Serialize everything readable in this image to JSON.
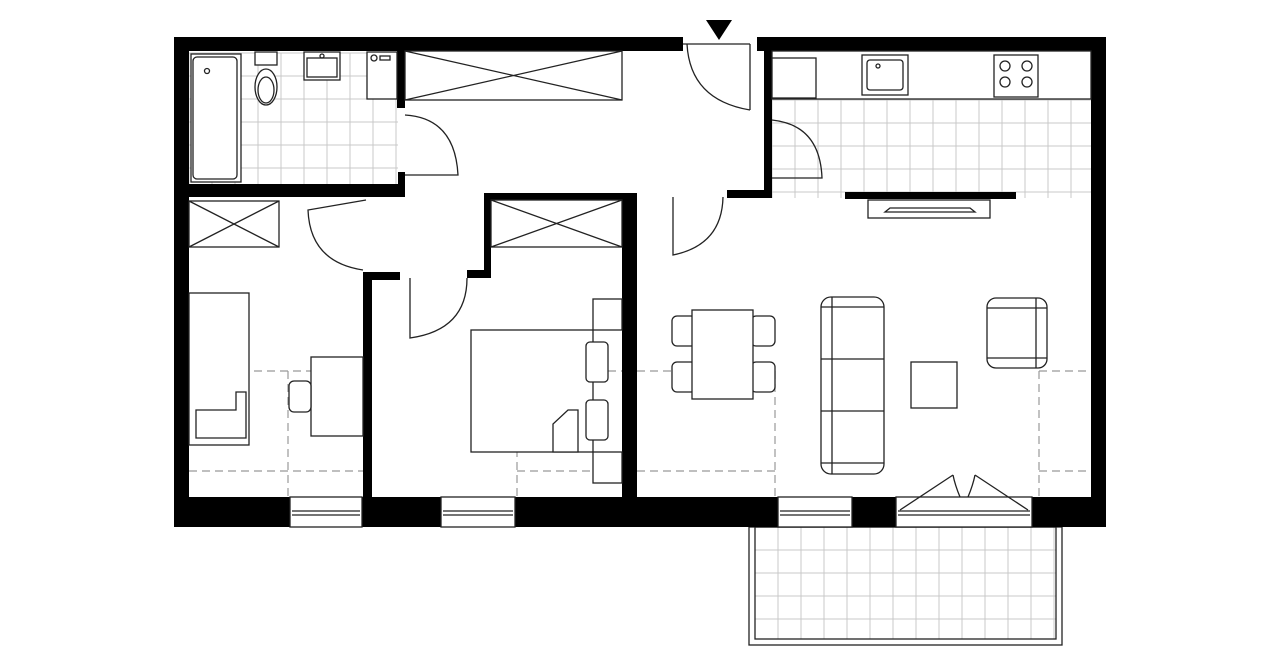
{
  "plan": {
    "colors": {
      "wall": "#000000",
      "line": "#222222",
      "tile": "#c8c8c8",
      "dashed": "#999999",
      "background": "#ffffff"
    },
    "icons": [
      "entrance-arrow-icon",
      "bathtub-icon",
      "toilet-icon",
      "washbasin-icon",
      "washing-machine-icon",
      "kitchen-sink-icon",
      "cooktop-icon",
      "bed-icon",
      "desk-icon",
      "sofa-icon",
      "armchair-icon",
      "dining-table-icon"
    ],
    "rooms": [
      "bathroom",
      "hallway",
      "kitchen",
      "bedroom-left",
      "bedroom-middle",
      "living-room",
      "balcony"
    ]
  }
}
